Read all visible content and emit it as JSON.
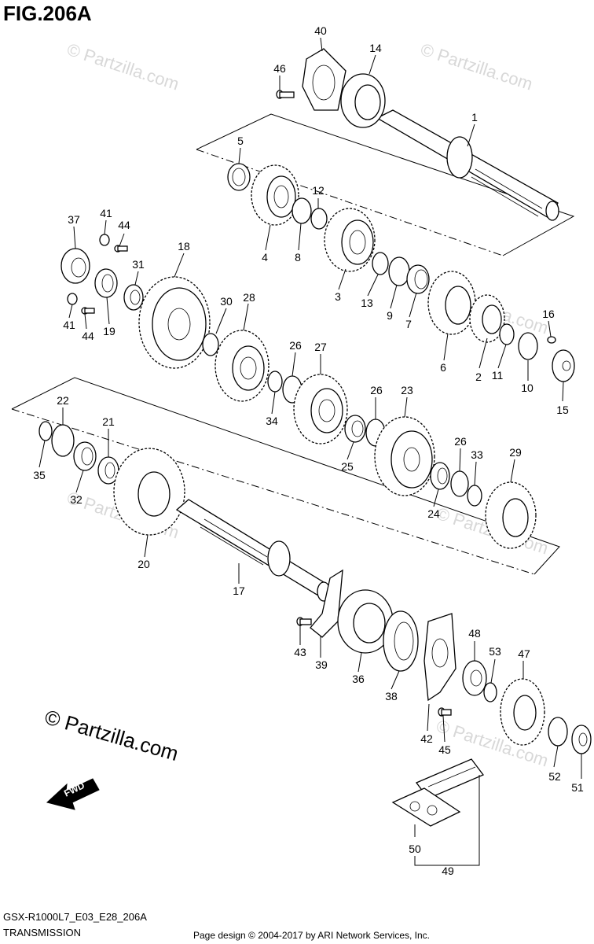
{
  "figure": {
    "title": "FIG.206A",
    "model_code": "GSX-R1000L7_E03_E28_206A",
    "section_name": "TRANSMISSION",
    "page_credit": "Page design © 2004-2017 by ARI Network Services, Inc.",
    "watermark_main": "© Partzilla.com",
    "watermark_faint": "© Partzilla.com",
    "fwd_label": "FWD"
  },
  "callouts": [
    {
      "id": "1",
      "label": "1"
    },
    {
      "id": "2",
      "label": "2"
    },
    {
      "id": "3",
      "label": "3"
    },
    {
      "id": "4",
      "label": "4"
    },
    {
      "id": "5",
      "label": "5"
    },
    {
      "id": "6",
      "label": "6"
    },
    {
      "id": "7",
      "label": "7"
    },
    {
      "id": "8",
      "label": "8"
    },
    {
      "id": "9",
      "label": "9"
    },
    {
      "id": "10",
      "label": "10"
    },
    {
      "id": "11",
      "label": "11"
    },
    {
      "id": "12",
      "label": "12"
    },
    {
      "id": "13",
      "label": "13"
    },
    {
      "id": "14",
      "label": "14"
    },
    {
      "id": "15",
      "label": "15"
    },
    {
      "id": "16",
      "label": "16"
    },
    {
      "id": "17",
      "label": "17"
    },
    {
      "id": "18",
      "label": "18"
    },
    {
      "id": "19",
      "label": "19"
    },
    {
      "id": "20",
      "label": "20"
    },
    {
      "id": "21",
      "label": "21"
    },
    {
      "id": "22",
      "label": "22"
    },
    {
      "id": "23",
      "label": "23"
    },
    {
      "id": "24",
      "label": "24"
    },
    {
      "id": "25",
      "label": "25"
    },
    {
      "id": "26a",
      "label": "26"
    },
    {
      "id": "26b",
      "label": "26"
    },
    {
      "id": "26c",
      "label": "26"
    },
    {
      "id": "27",
      "label": "27"
    },
    {
      "id": "28",
      "label": "28"
    },
    {
      "id": "29",
      "label": "29"
    },
    {
      "id": "30",
      "label": "30"
    },
    {
      "id": "31",
      "label": "31"
    },
    {
      "id": "32",
      "label": "32"
    },
    {
      "id": "33",
      "label": "33"
    },
    {
      "id": "34",
      "label": "34"
    },
    {
      "id": "35",
      "label": "35"
    },
    {
      "id": "36",
      "label": "36"
    },
    {
      "id": "37",
      "label": "37"
    },
    {
      "id": "38",
      "label": "38"
    },
    {
      "id": "39",
      "label": "39"
    },
    {
      "id": "40",
      "label": "40"
    },
    {
      "id": "41a",
      "label": "41"
    },
    {
      "id": "41b",
      "label": "41"
    },
    {
      "id": "42",
      "label": "42"
    },
    {
      "id": "43",
      "label": "43"
    },
    {
      "id": "44a",
      "label": "44"
    },
    {
      "id": "44b",
      "label": "44"
    },
    {
      "id": "45",
      "label": "45"
    },
    {
      "id": "46",
      "label": "46"
    },
    {
      "id": "47",
      "label": "47"
    },
    {
      "id": "48",
      "label": "48"
    },
    {
      "id": "49",
      "label": "49"
    },
    {
      "id": "50",
      "label": "50"
    },
    {
      "id": "51",
      "label": "51"
    },
    {
      "id": "52",
      "label": "52"
    },
    {
      "id": "53",
      "label": "53"
    }
  ]
}
